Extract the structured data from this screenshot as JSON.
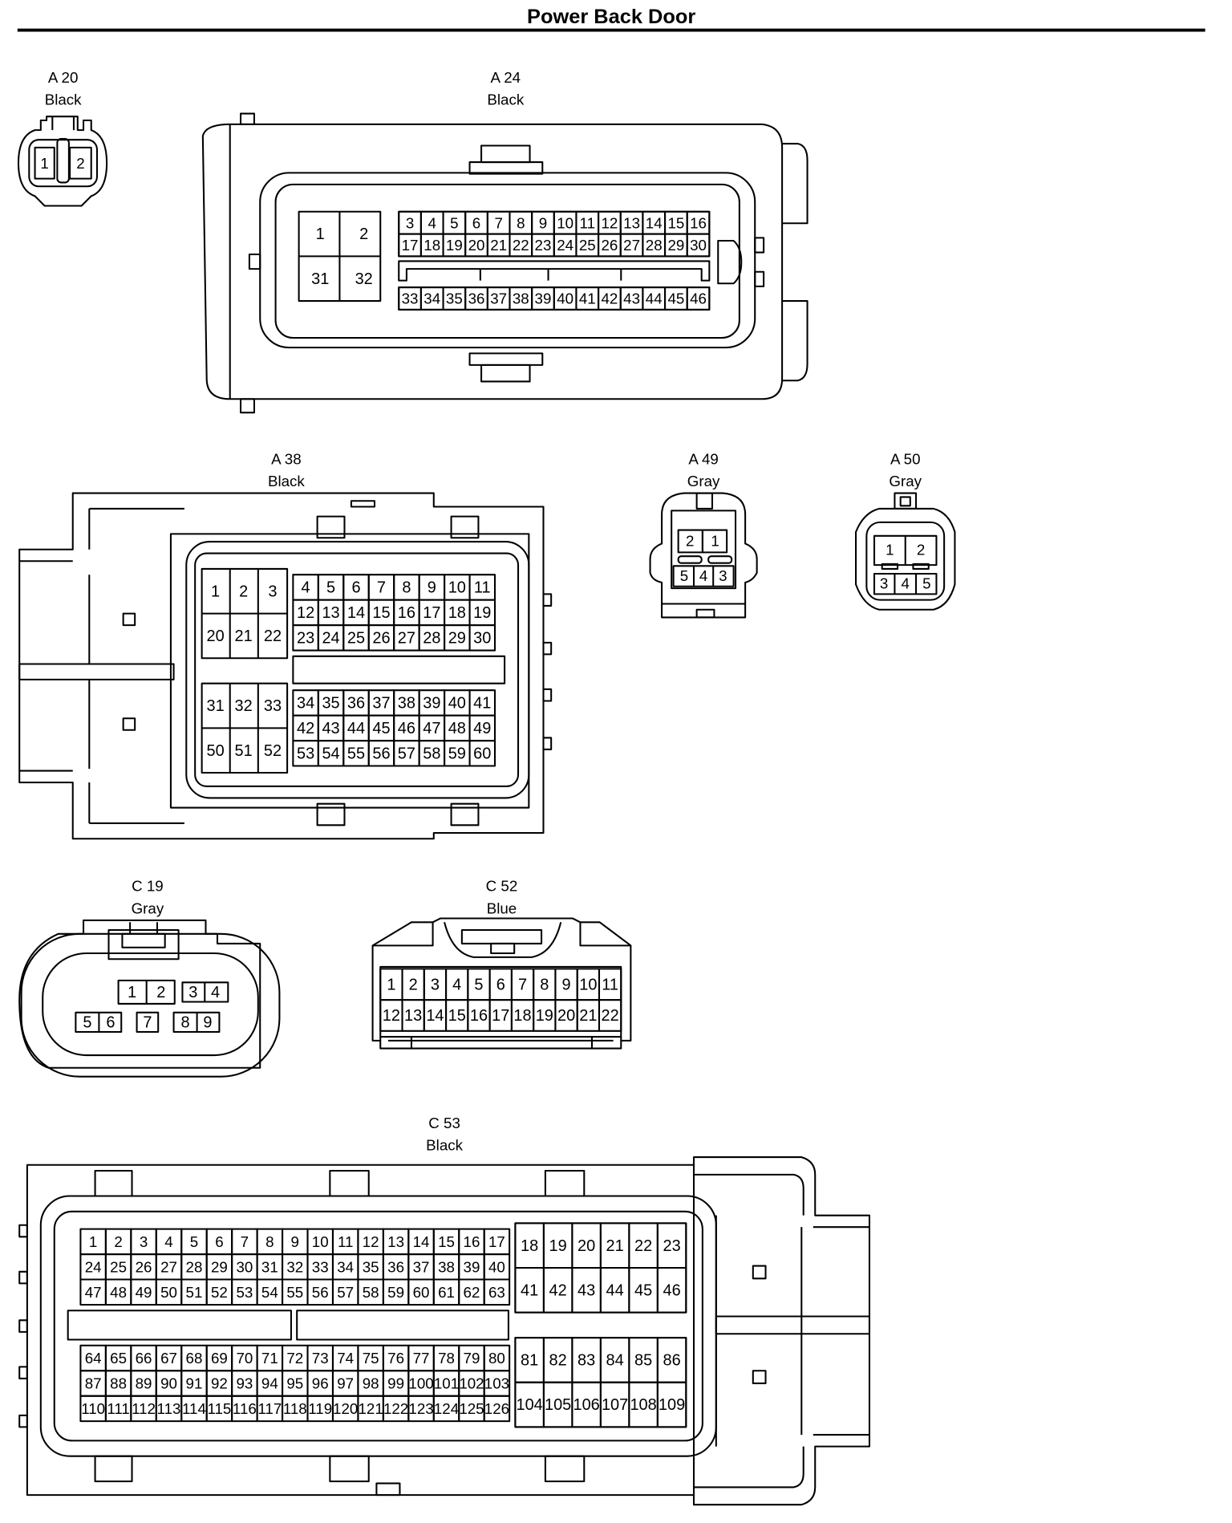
{
  "title": "Power Back Door",
  "connectors": [
    {
      "id": "A 20",
      "color": "Black"
    },
    {
      "id": "A 24",
      "color": "Black"
    },
    {
      "id": "A 38",
      "color": "Black"
    },
    {
      "id": "A 49",
      "color": "Gray"
    },
    {
      "id": "A 50",
      "color": "Gray"
    },
    {
      "id": "C 19",
      "color": "Gray"
    },
    {
      "id": "C 52",
      "color": "Blue"
    },
    {
      "id": "C 53",
      "color": "Black"
    }
  ]
}
